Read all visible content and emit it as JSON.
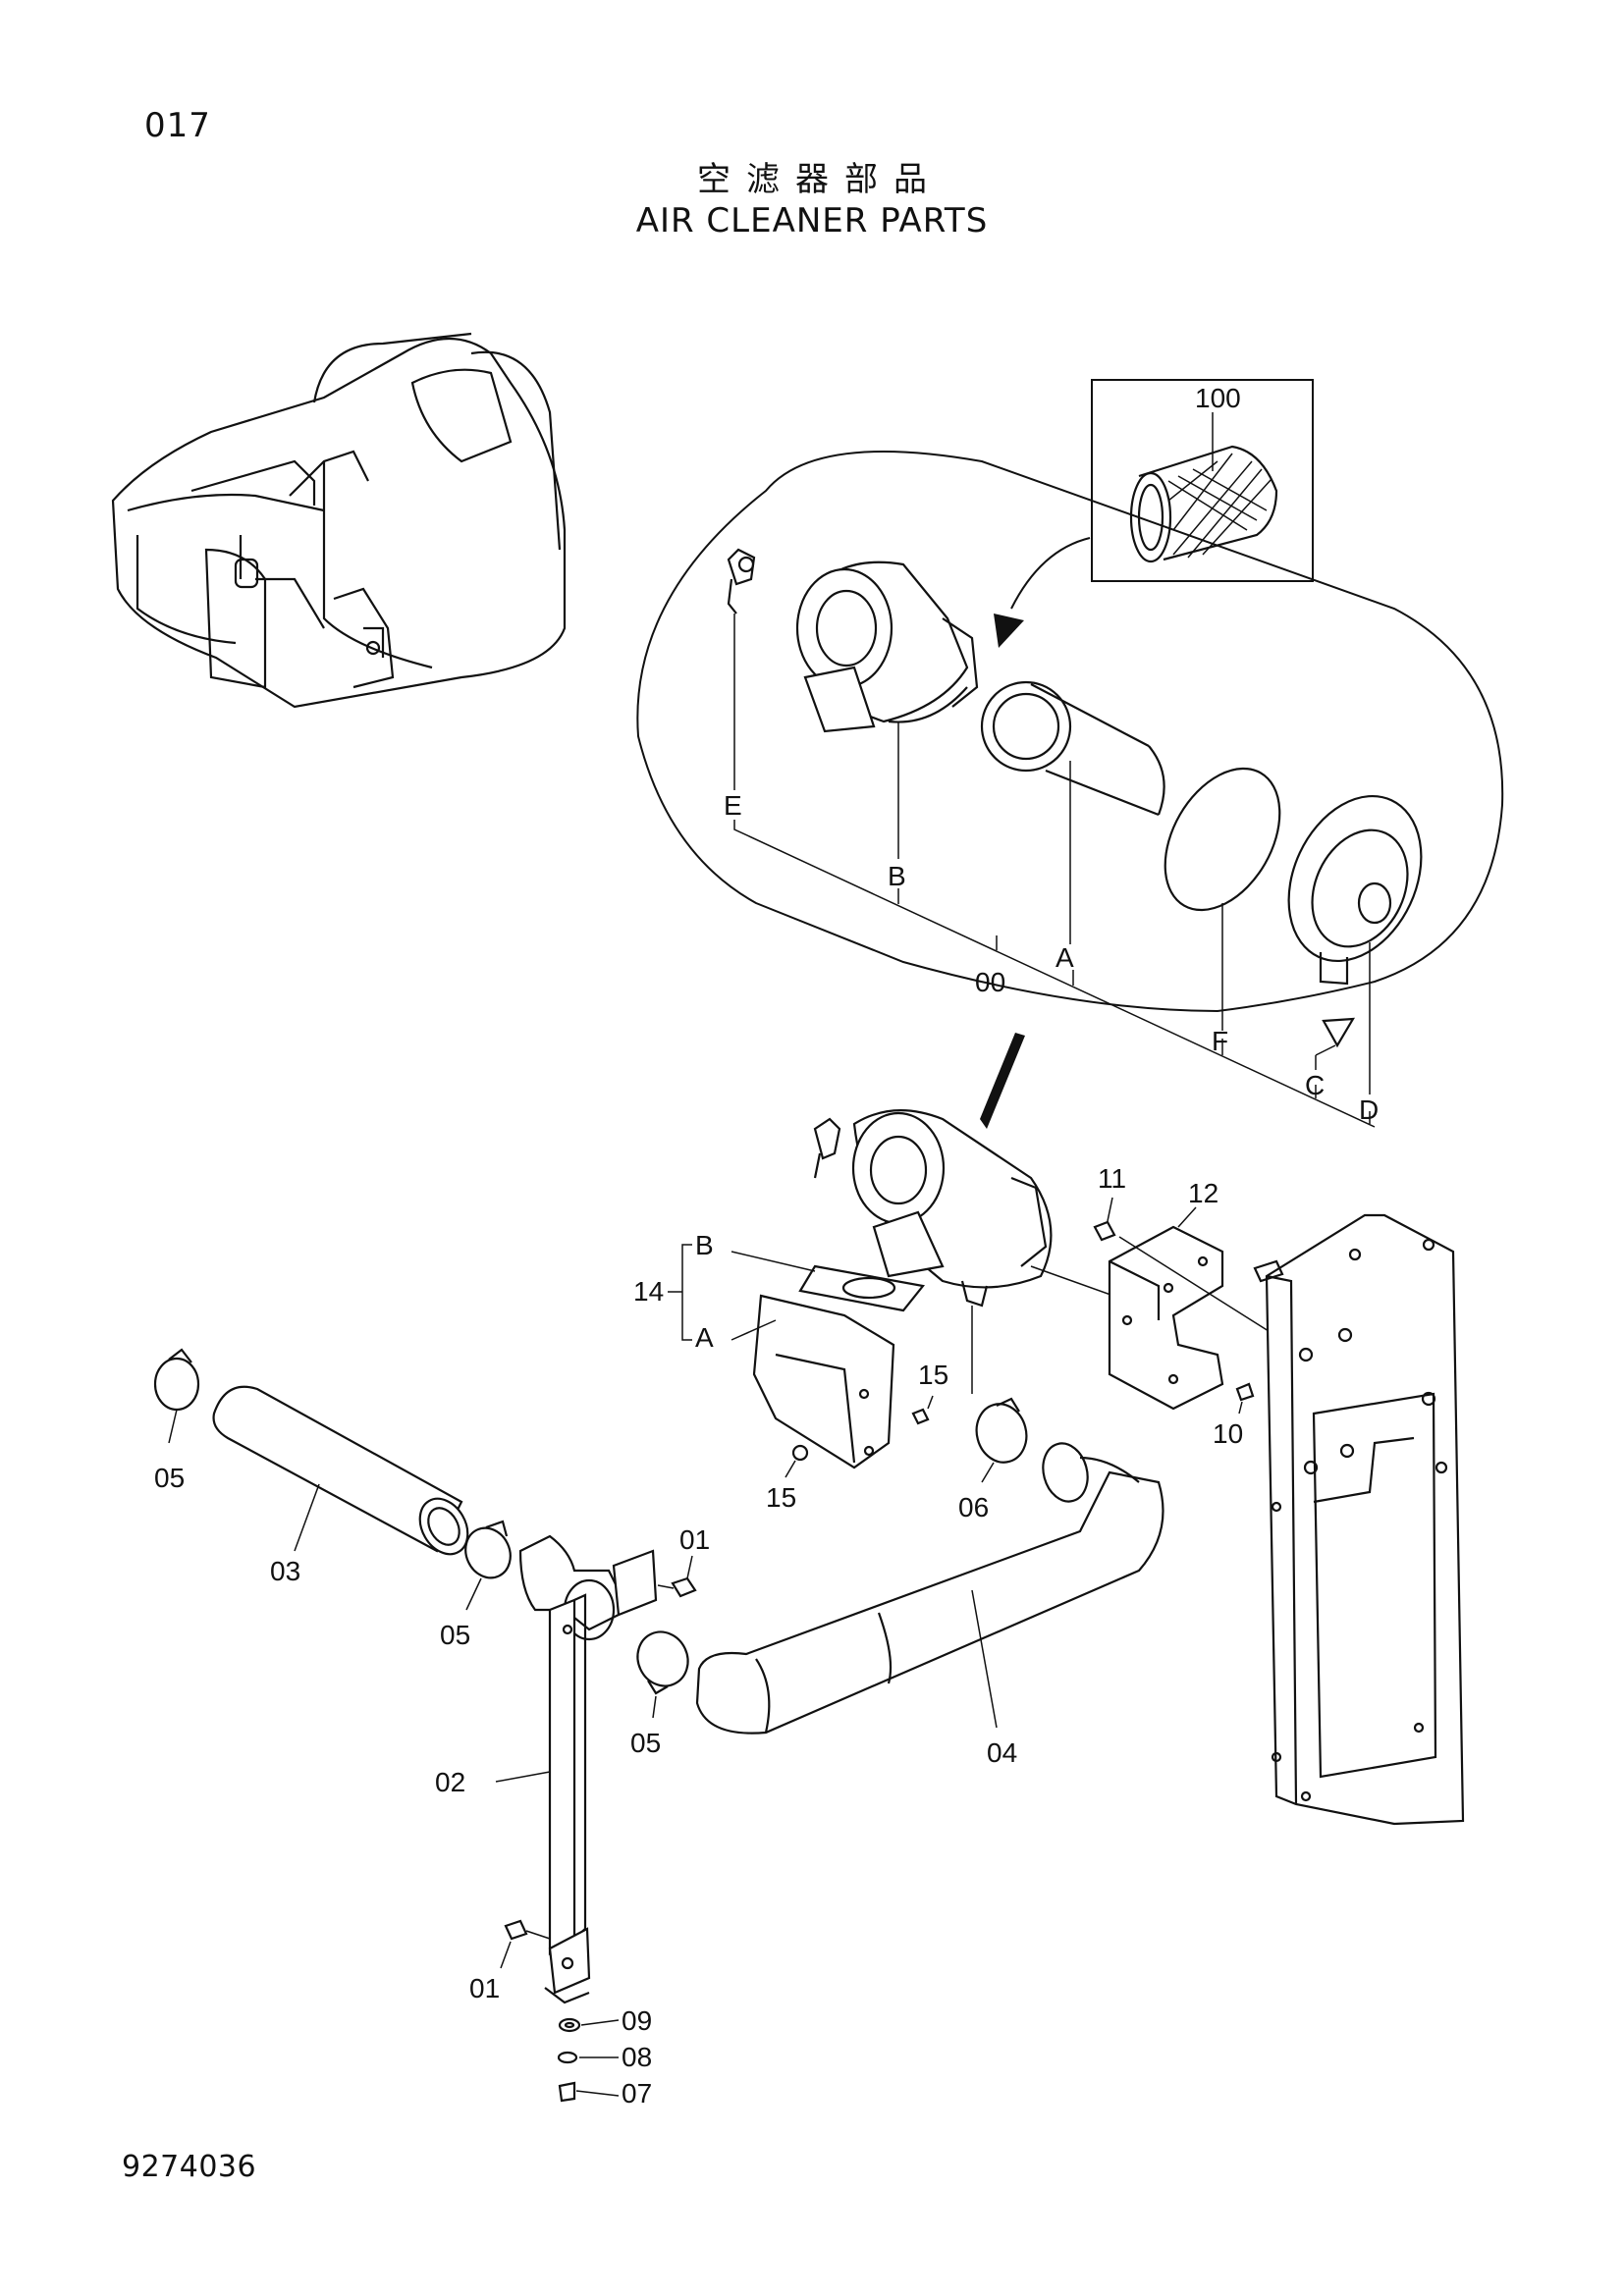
{
  "page": {
    "number": "017",
    "title_cn": "空滤器部品",
    "title_en": "AIR CLEANER PARTS",
    "drawing_code": "9274036"
  },
  "callouts": {
    "c100": "100",
    "cE": "E",
    "cB_top": "B",
    "c00": "00",
    "cA_top": "A",
    "cF": "F",
    "cC": "C",
    "cD": "D",
    "c11": "11",
    "c12": "12",
    "c14": "14",
    "cB14": "B",
    "cA14": "A",
    "c15a": "15",
    "c15b": "15",
    "c10": "10",
    "c06": "06",
    "c05a": "05",
    "c03": "03",
    "c05b": "05",
    "c01a": "01",
    "c05c": "05",
    "c04": "04",
    "c02": "02",
    "c01b": "01",
    "c09": "09",
    "c08": "08",
    "c07": "07"
  }
}
